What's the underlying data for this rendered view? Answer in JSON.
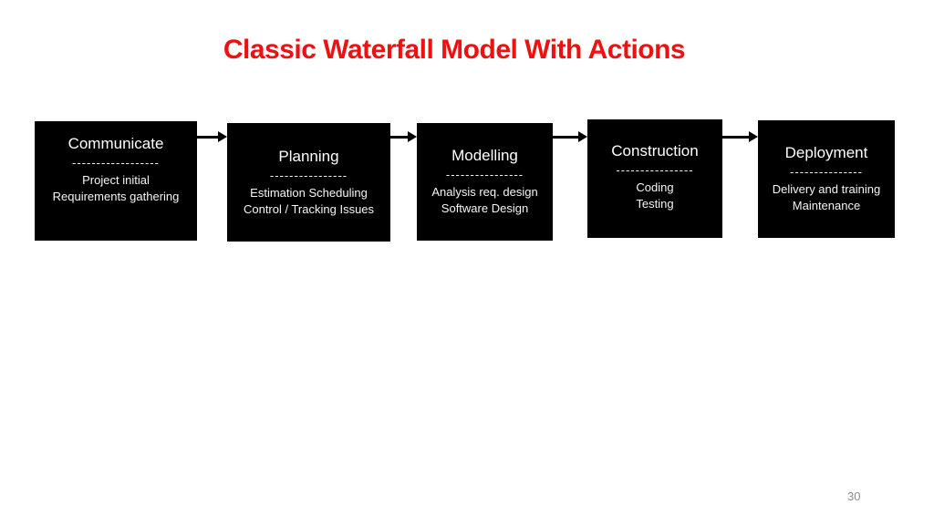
{
  "slide": {
    "title": "Classic Waterfall Model With Actions",
    "title_color": "#ee1111",
    "background_color": "#ffffff",
    "page_number": "30"
  },
  "diagram": {
    "type": "flowchart",
    "node_bg_color": "#000000",
    "node_text_color": "#ffffff",
    "arrow_color": "#000000",
    "stages": [
      {
        "title": "Communicate",
        "separator": "------------------",
        "line1": "Project initial",
        "line2": "Requirements gathering"
      },
      {
        "title": "Planning",
        "separator": "----------------",
        "line1": "Estimation Scheduling",
        "line2": "Control / Tracking Issues"
      },
      {
        "title": "Modelling",
        "separator": "----------------",
        "line1": "Analysis req. design",
        "line2": "Software Design"
      },
      {
        "title": "Construction",
        "separator": "----------------",
        "line1": "Coding",
        "line2": "Testing"
      },
      {
        "title": "Deployment",
        "separator": "---------------",
        "line1": "Delivery and training",
        "line2": "Maintenance"
      }
    ]
  }
}
